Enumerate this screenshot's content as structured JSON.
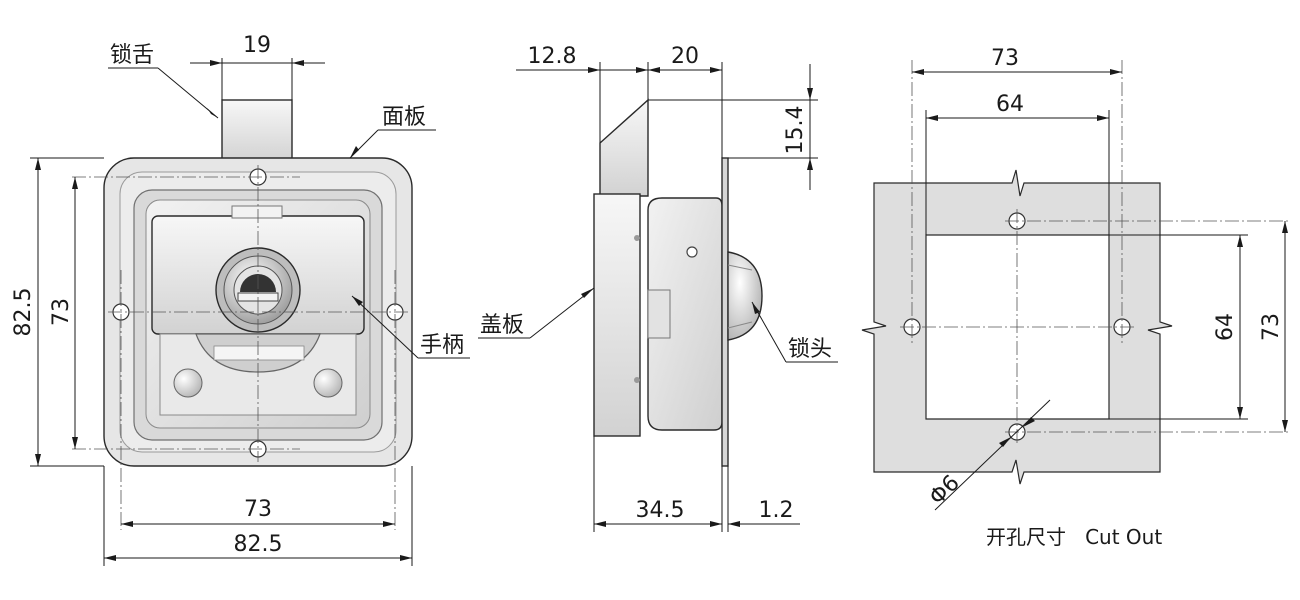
{
  "front_view": {
    "dims": {
      "tongue_width": "19",
      "height_outer": "82.5",
      "height_holes": "73",
      "width_holes": "73",
      "width_outer": "82.5"
    },
    "labels": {
      "tongue": "锁舌",
      "panel": "面板",
      "handle": "手柄"
    }
  },
  "side_view": {
    "dims": {
      "top_left": "12.8",
      "top_right": "20",
      "tongue_height": "15.4",
      "depth": "34.5",
      "flange": "1.2"
    },
    "labels": {
      "cover": "盖板",
      "lock_head": "锁头"
    }
  },
  "cutout_view": {
    "dims": {
      "outer_width": "73",
      "inner_width": "64",
      "inner_height": "64",
      "outer_height": "73",
      "hole_dia": "Φ6"
    },
    "caption": "开孔尺寸   Cut Out"
  }
}
